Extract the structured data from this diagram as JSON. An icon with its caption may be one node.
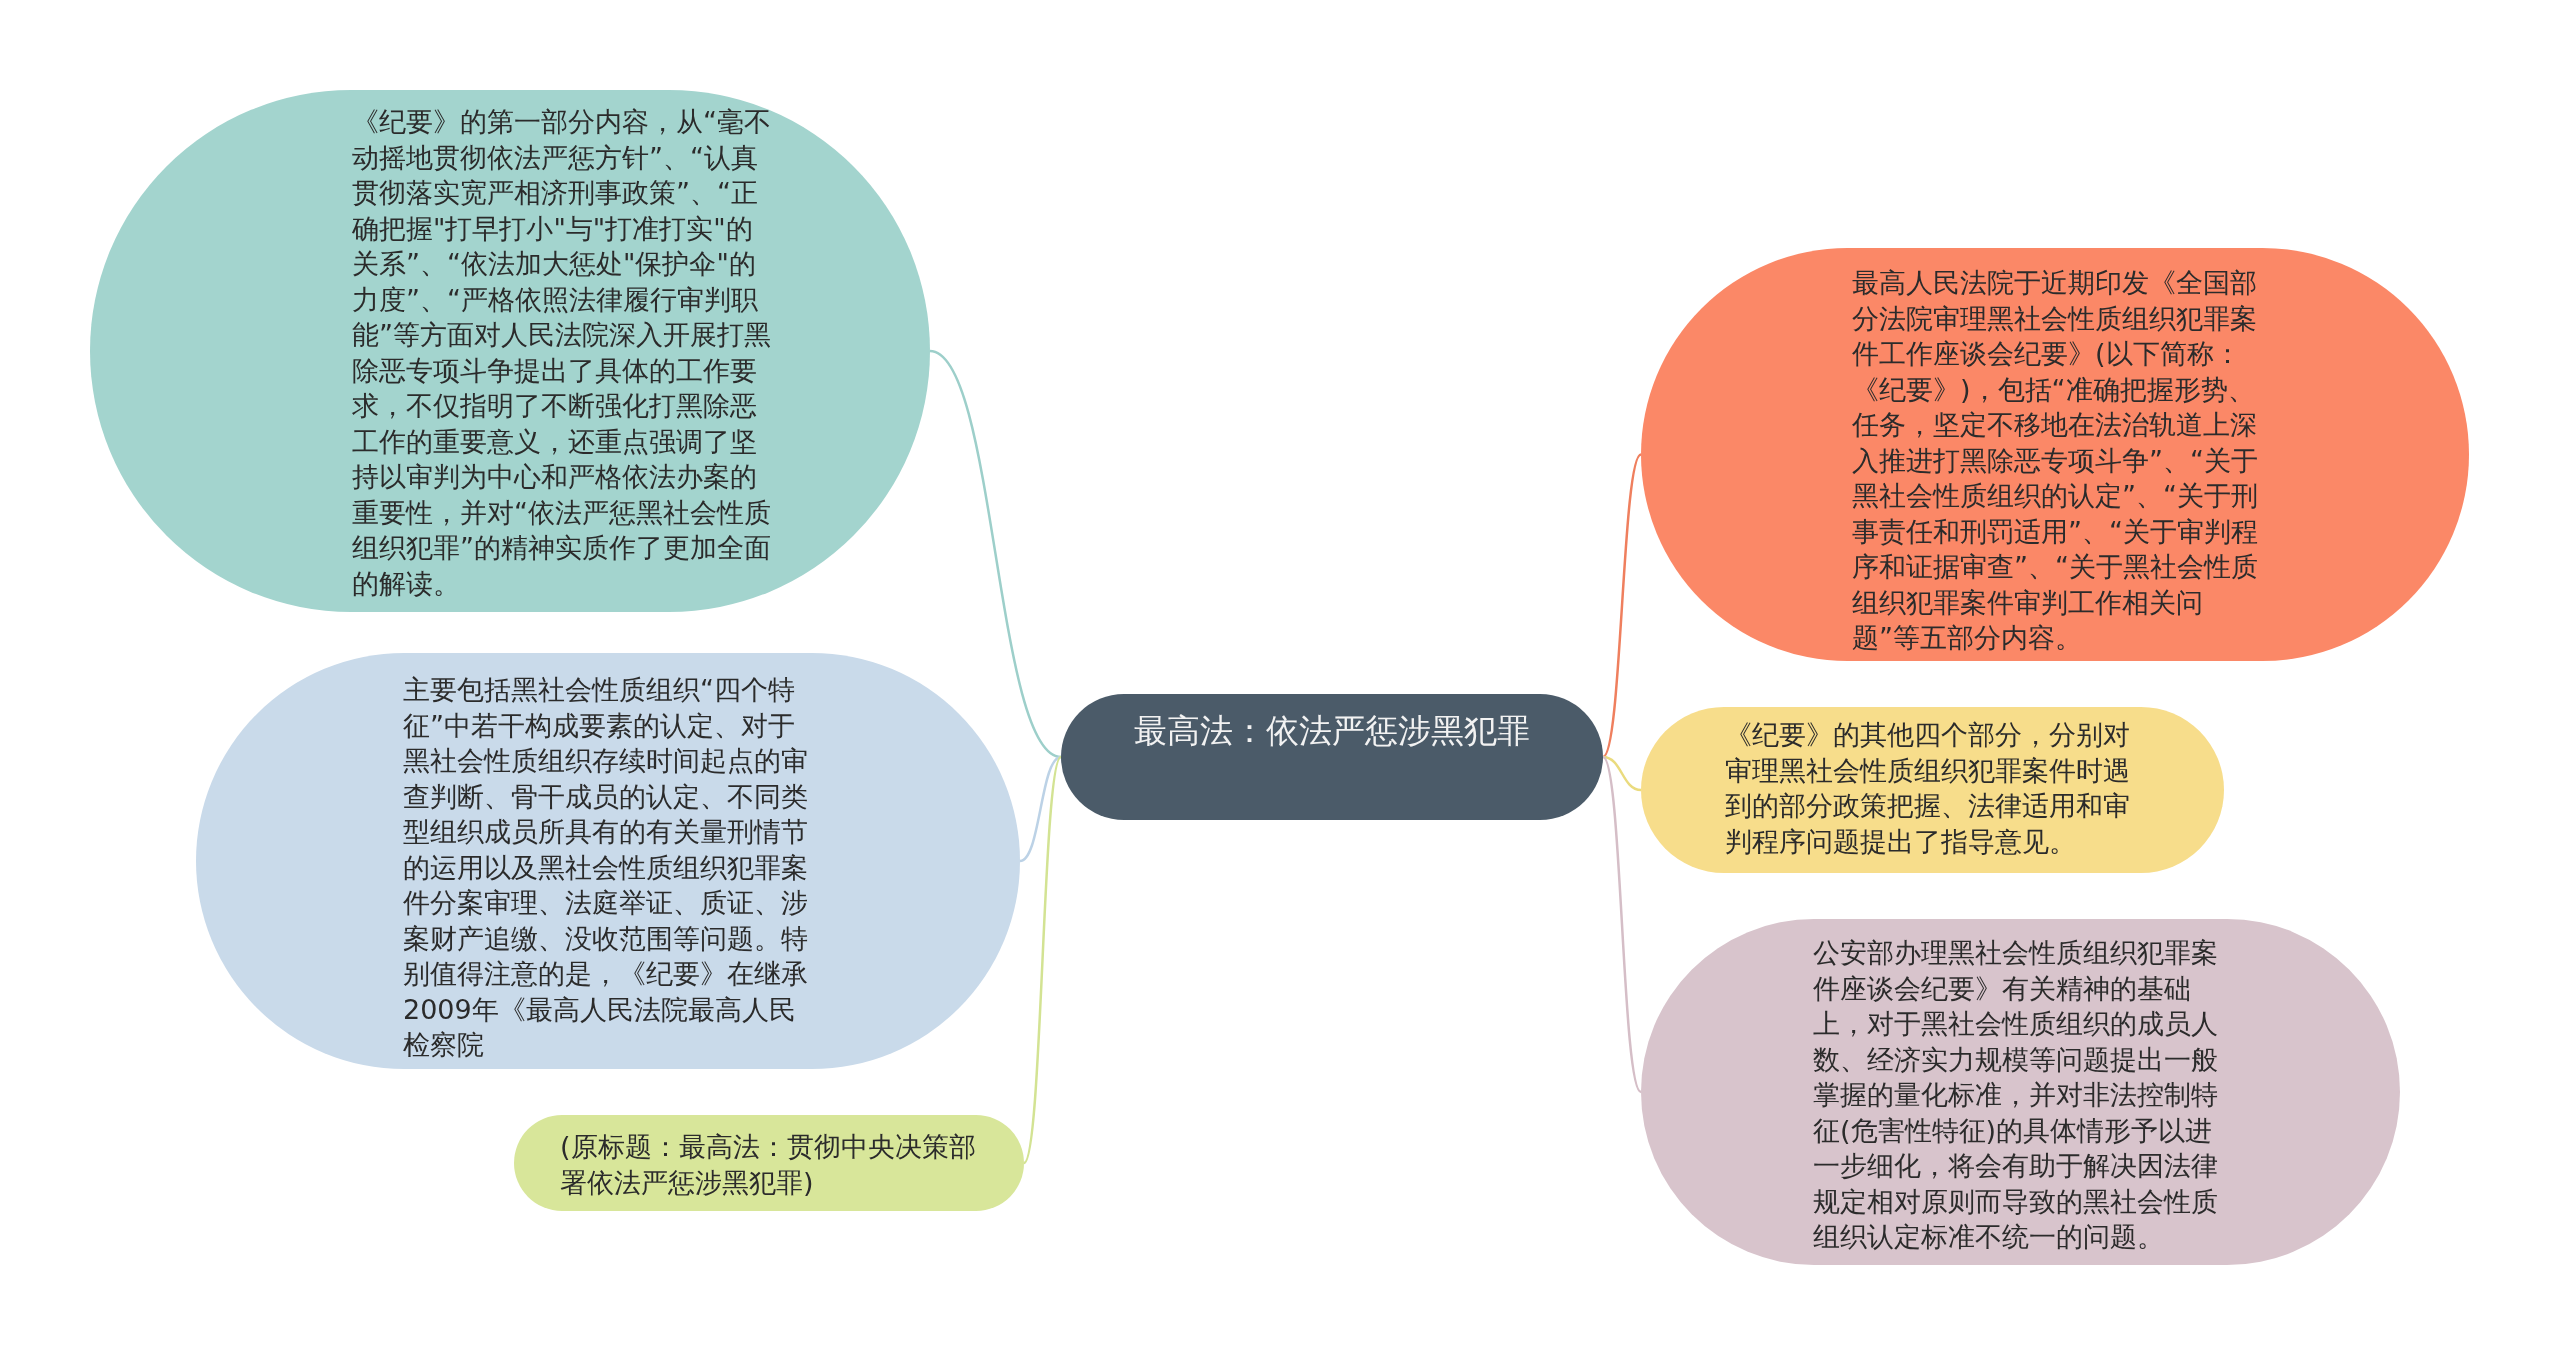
{
  "diagram": {
    "nodes": [
      {
        "text": [
          "最高法：依法严惩涉黑犯罪"
        ]
      },
      {
        "text": [
          "《纪要》的第一部分内容，从“毫不动摇地贯彻依法严惩方针”、“认真贯彻落实宽严相济刑事政策”、“正确把握\"打早打小\"与\"打准打实\"的关系”、“依法加大惩处\"保护伞\"的力度”、“严格依照法律履行审判职能”等方面对人民法院深入开展打黑除恶专项斗争提出了具体的工作要求，不仅指明了不断强化打黑除恶工作的重要意义，还重点强调了坚持以审判为中心和严格依法办案的重要性，并对“依法严惩黑社会性质组织犯罪”的精神实质作了更加全面的解读。"
        ]
      },
      {
        "text": [
          "最高人民法院于近期印发《全国部分法院审理黑社会性质组织犯罪案件工作座谈会纪要》(以下简称：《纪要》)，包括“准确把握形势、任务，坚定不移地在法治轨道上深入推进打黑除恶专项斗争”、“关于黑社会性质组织的认定”、“关于刑事责任和刑罚适用”、“关于审判程序和证据审查”、“关于黑社会性质组织犯罪案件审判工作相关问题”等五部分内容。"
        ]
      },
      {
        "text": [
          "主要包括黑社会性质组织“四个特征”中若干构成要素的认定、对于黑社会性质组织存续时间起点的审查判断、骨干成员的认定、不同类型组织成员所具有的有关量刑情节的运用以及黑社会性质组织犯罪案件分案审理、法庭举证、质证、涉案财产追缴、没收范围等问题。特别值得注意的是，《纪要》在继承2009年《最高人民法院最高人民检察院"
        ]
      },
      {
        "text": [
          "《纪要》的其他四个部分，分别对审理黑社会性质组织犯罪案件时遇到的部分政策把握、法律适用和审判程序问题提出了指导意见。"
        ]
      },
      {
        "text": [
          "公安部办理黑社会性质组织犯罪案件座谈会纪要》有关精神的基础上，对于黑社会性质组织的成员人数、经济实力规模等问题提出一般掌握的量化标准，并对非法控制特征(危害性特征)的具体情形予以进一步细化，将会有助于解决因法律规定相对原则而导致的黑社会性质组织认定标准不统一的问题。"
        ]
      },
      {
        "text": [
          "(原标题：最高法：贯彻中央决策部署依法严惩涉黑犯罪)"
        ]
      }
    ],
    "edges": [
      {
        "from": 0,
        "to": 1,
        "arrow": "none",
        "color": "#9dcfca"
      },
      {
        "from": 0,
        "to": 2,
        "arrow": "none",
        "color": "#ef7f5e"
      },
      {
        "from": 0,
        "to": 3,
        "arrow": "none",
        "color": "#bcd2e6"
      },
      {
        "from": 0,
        "to": 4,
        "arrow": "none",
        "color": "#eadb7e"
      },
      {
        "from": 0,
        "to": 5,
        "arrow": "none",
        "color": "#d5bec7"
      },
      {
        "from": 0,
        "to": 6,
        "arrow": "none",
        "color": "#d3e393"
      }
    ]
  }
}
